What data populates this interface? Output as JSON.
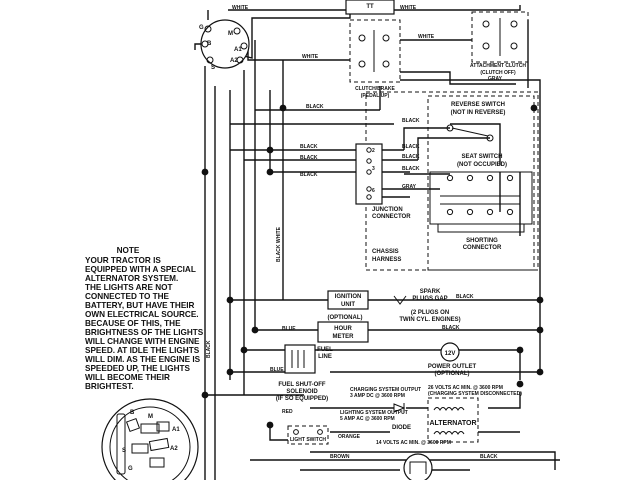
{
  "note": {
    "title": "NOTE",
    "lines": [
      "YOUR TRACTOR IS",
      "EQUIPPED WITH A SPECIAL",
      "ALTERNATOR SYSTEM.",
      "THE LIGHTS ARE NOT",
      "CONNECTED TO THE",
      "BATTERY, BUT HAVE THEIR",
      "OWN ELECTRICAL SOURCE.",
      "BECAUSE OF THIS, THE",
      "BRIGHTNESS OF THE LIGHTS",
      "WILL CHANGE WITH ENGINE",
      "SPEED.  AT IDLE THE LIGHTS",
      "WILL DIM.  AS THE ENGINE IS",
      "SPEEDED UP, THE LIGHTS",
      "WILL BECOME THEIR",
      "BRIGHTEST."
    ]
  },
  "ignition_switch_terminals": [
    "G",
    "B",
    "S",
    "M",
    "A1",
    "A2"
  ],
  "switch_face_terminals": [
    "B",
    "M",
    "A1",
    "A2",
    "S",
    "G"
  ],
  "wire_colors": {
    "white": "WHITE",
    "black": "BLACK",
    "gray": "GRAY",
    "blue": "BLUE",
    "red": "RED",
    "orange": "ORANGE",
    "brown": "BROWN",
    "black_white": "BLACK WHITE"
  },
  "components": {
    "clutch_brake": "CLUTCH/BRAKE",
    "clutch_brake_sub": "(PEDAL UP)",
    "attachment_clutch": "ATTACHMENT CLUTCH",
    "attachment_clutch_sub": "(CLUTCH OFF)",
    "reverse_switch": "REVERSE SWITCH",
    "reverse_switch_sub": "(NOT IN REVERSE)",
    "seat_switch": "SEAT SWITCH",
    "seat_switch_sub": "(NOT OCCUPIED)",
    "junction_connector_1": "JUNCTION",
    "junction_connector_2": "CONNECTOR",
    "shorting_connector_1": "SHORTING",
    "shorting_connector_2": "CONNECTOR",
    "chassis_harness_1": "CHASSIS",
    "chassis_harness_2": "HARNESS",
    "ignition_unit_1": "IGNITION",
    "ignition_unit_2": "UNIT",
    "spark_plugs_1": "SPARK",
    "spark_plugs_2": "PLUGS GAP",
    "spark_plugs_3": "(2 PLUGS ON",
    "spark_plugs_4": "TWIN CYL. ENGINES)",
    "optional": "(OPTIONAL)",
    "hour_meter_1": "HOUR",
    "hour_meter_2": "METER",
    "fuel_line_1": "FUEL",
    "fuel_line_2": "LINE",
    "power_outlet_volts": "12V",
    "power_outlet_1": "POWER OUTLET",
    "power_outlet_2": "(OPTIONAL)",
    "fuel_solenoid_1": "FUEL SHUT-OFF",
    "fuel_solenoid_2": "SOLENOID",
    "fuel_solenoid_3": "(IF SO EQUIPPED)",
    "charging_output_1": "CHARGING SYSTEM OUTPUT",
    "charging_output_2": "3 AMP DC @ 3600 RPM",
    "charging_ac_1": "26 VOLTS AC MIN. @ 3600 RPM",
    "charging_ac_2": "(CHARGING SYSTEM DISCONNECTED)",
    "lighting_output_1": "LIGHTING SYSTEM OUTPUT",
    "lighting_output_2": "5 AMP AC @ 3600 RPM",
    "diode": "DIODE",
    "alternator": "ALTERNATOR",
    "light_switch": "LIGHT SWITCH",
    "lighting_ac": "14 VOLTS AC MIN. @ 3600 RPM",
    "tt": "TT",
    "pin_2": "2",
    "pin_3": "3",
    "pin_6": "6"
  }
}
